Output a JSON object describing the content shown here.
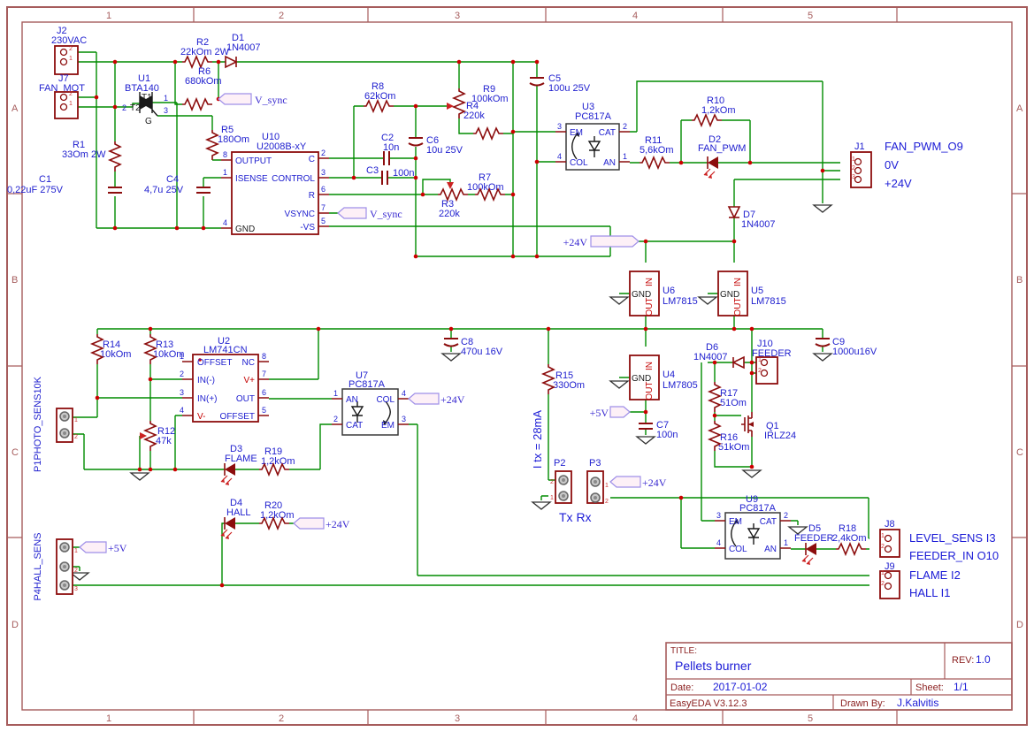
{
  "frame": {
    "cols": [
      "1",
      "2",
      "3",
      "4",
      "5"
    ],
    "rows": [
      "A",
      "B",
      "C",
      "D"
    ]
  },
  "title_block": {
    "title_label": "TITLE:",
    "title": "Pellets burner",
    "rev_label": "REV:",
    "rev": "1.0",
    "date_label": "Date:",
    "date": "2017-01-02",
    "sheet_label": "Sheet:",
    "sheet": "1/1",
    "tool": "EasyEDA V3.12.3",
    "drawn_by_label": "Drawn By:",
    "drawn_by": "J.Kalvitis"
  },
  "pins": {
    "n1": "1",
    "n2": "2",
    "n3": "3",
    "n4": "4",
    "n5": "5",
    "n6": "6",
    "n7": "7",
    "n8": "8"
  },
  "ic": {
    "u10": {
      "output": "OUTPUT",
      "isense": "ISENSE",
      "gnd": "GND",
      "c": "C",
      "control": "CONTROL",
      "r": "R",
      "vsync": "VSYNC",
      "vs": "-VS"
    },
    "u2": {
      "offset": "OFFSET",
      "in_minus": "IN(-)",
      "in_plus": "IN(+)",
      "v_minus": "V-",
      "nc": "NC",
      "v_plus": "V+",
      "out": "OUT"
    },
    "opto": {
      "an": "AN",
      "cat": "CAT",
      "col": "COL",
      "em": "EM"
    },
    "reg": {
      "in": "IN",
      "gnd": "GND",
      "out": "OUT"
    },
    "triac": {
      "t1": "T1",
      "t2": "T2",
      "g": "G"
    }
  },
  "components": {
    "J2": {
      "ref": "J2",
      "value": "230VAC"
    },
    "J7": {
      "ref": "J7",
      "value": "FAN_MOT"
    },
    "U1": {
      "ref": "U1",
      "value": "BTA140"
    },
    "R2": {
      "ref": "R2",
      "value": "22kOm 2W"
    },
    "D1": {
      "ref": "D1",
      "value": "1N4007"
    },
    "R6": {
      "ref": "R6",
      "value": "680kOm"
    },
    "R5": {
      "ref": "R5",
      "value": "180Om"
    },
    "R1": {
      "ref": "R1",
      "value": "33Om 2W"
    },
    "C1": {
      "ref": "C1",
      "value": "0,22uF 275V"
    },
    "C4": {
      "ref": "C4",
      "value": "4,7u 25V"
    },
    "U10": {
      "ref": "U10",
      "value": "U2008B-xY"
    },
    "R8": {
      "ref": "R8",
      "value": "62kOm"
    },
    "C2": {
      "ref": "C2",
      "value": "10n"
    },
    "C3": {
      "ref": "C3",
      "value": "100n"
    },
    "C6": {
      "ref": "C6",
      "value": "10u 25V"
    },
    "R4": {
      "ref": "R4",
      "value": "220k"
    },
    "R9": {
      "ref": "R9",
      "value": "100kOm"
    },
    "R3": {
      "ref": "R3",
      "value": "220k"
    },
    "R7": {
      "ref": "R7",
      "value": "100kOm"
    },
    "C5": {
      "ref": "C5",
      "value": "100u 25V"
    },
    "U3": {
      "ref": "U3",
      "value": "PC817A"
    },
    "R11": {
      "ref": "R11",
      "value": "5,6kOm"
    },
    "R10": {
      "ref": "R10",
      "value": "1,2kOm"
    },
    "D2": {
      "ref": "D2",
      "value": "FAN_PWM"
    },
    "J1": {
      "ref": "J1"
    },
    "D7": {
      "ref": "D7",
      "value": "1N4007"
    },
    "U6": {
      "ref": "U6",
      "value": "LM7815"
    },
    "U5": {
      "ref": "U5",
      "value": "LM7815"
    },
    "U4": {
      "ref": "U4",
      "value": "LM7805"
    },
    "C7": {
      "ref": "C7",
      "value": "100n"
    },
    "D6": {
      "ref": "D6",
      "value": "1N4007"
    },
    "J10": {
      "ref": "J10",
      "value": "FEEDER"
    },
    "C9": {
      "ref": "C9",
      "value": "1000u16V"
    },
    "R17": {
      "ref": "R17",
      "value": "51Om"
    },
    "Q1": {
      "ref": "Q1",
      "value": "IRLZ24"
    },
    "R16": {
      "ref": "R16",
      "value": "51kOm"
    },
    "R14": {
      "ref": "R14",
      "value": "10kOm"
    },
    "R13": {
      "ref": "R13",
      "value": "10kOm"
    },
    "U2": {
      "ref": "U2",
      "value": "LM741CN"
    },
    "R12": {
      "ref": "R12",
      "value": "47k"
    },
    "P1": {
      "ref": "P1",
      "label": "P1PHOTO_SENS10K"
    },
    "D3": {
      "ref": "D3",
      "value": "FLAME"
    },
    "R19": {
      "ref": "R19",
      "value": "1,2kOm"
    },
    "U7": {
      "ref": "U7",
      "value": "PC817A"
    },
    "C8": {
      "ref": "C8",
      "value": "470u 16V"
    },
    "R15": {
      "ref": "R15",
      "value": "330Om"
    },
    "P2": {
      "ref": "P2"
    },
    "P3": {
      "ref": "P3"
    },
    "D4": {
      "ref": "D4",
      "value": "HALL"
    },
    "R20": {
      "ref": "R20",
      "value": "1,2kOm"
    },
    "P4": {
      "ref": "P4",
      "label": "P4HALL_SENS"
    },
    "U9": {
      "ref": "U9",
      "value": "PC817A"
    },
    "D5": {
      "ref": "D5",
      "value": "FEEDER"
    },
    "R18": {
      "ref": "R18",
      "value": "2,4kOm"
    },
    "J8": {
      "ref": "J8"
    },
    "J9": {
      "ref": "J9"
    }
  },
  "nets": {
    "v_sync": "V_sync",
    "p24": "+24V",
    "p5": "+5V",
    "fan_pwm": "FAN_PWM_O9",
    "zero": "0V",
    "level": "LEVEL_SENS I3",
    "feeder_in": "FEEDER_IN O10",
    "flame": "FLAME I2",
    "hall": "HALL I1",
    "txrx": "Tx Rx",
    "itx": "I tx = 28mA"
  }
}
